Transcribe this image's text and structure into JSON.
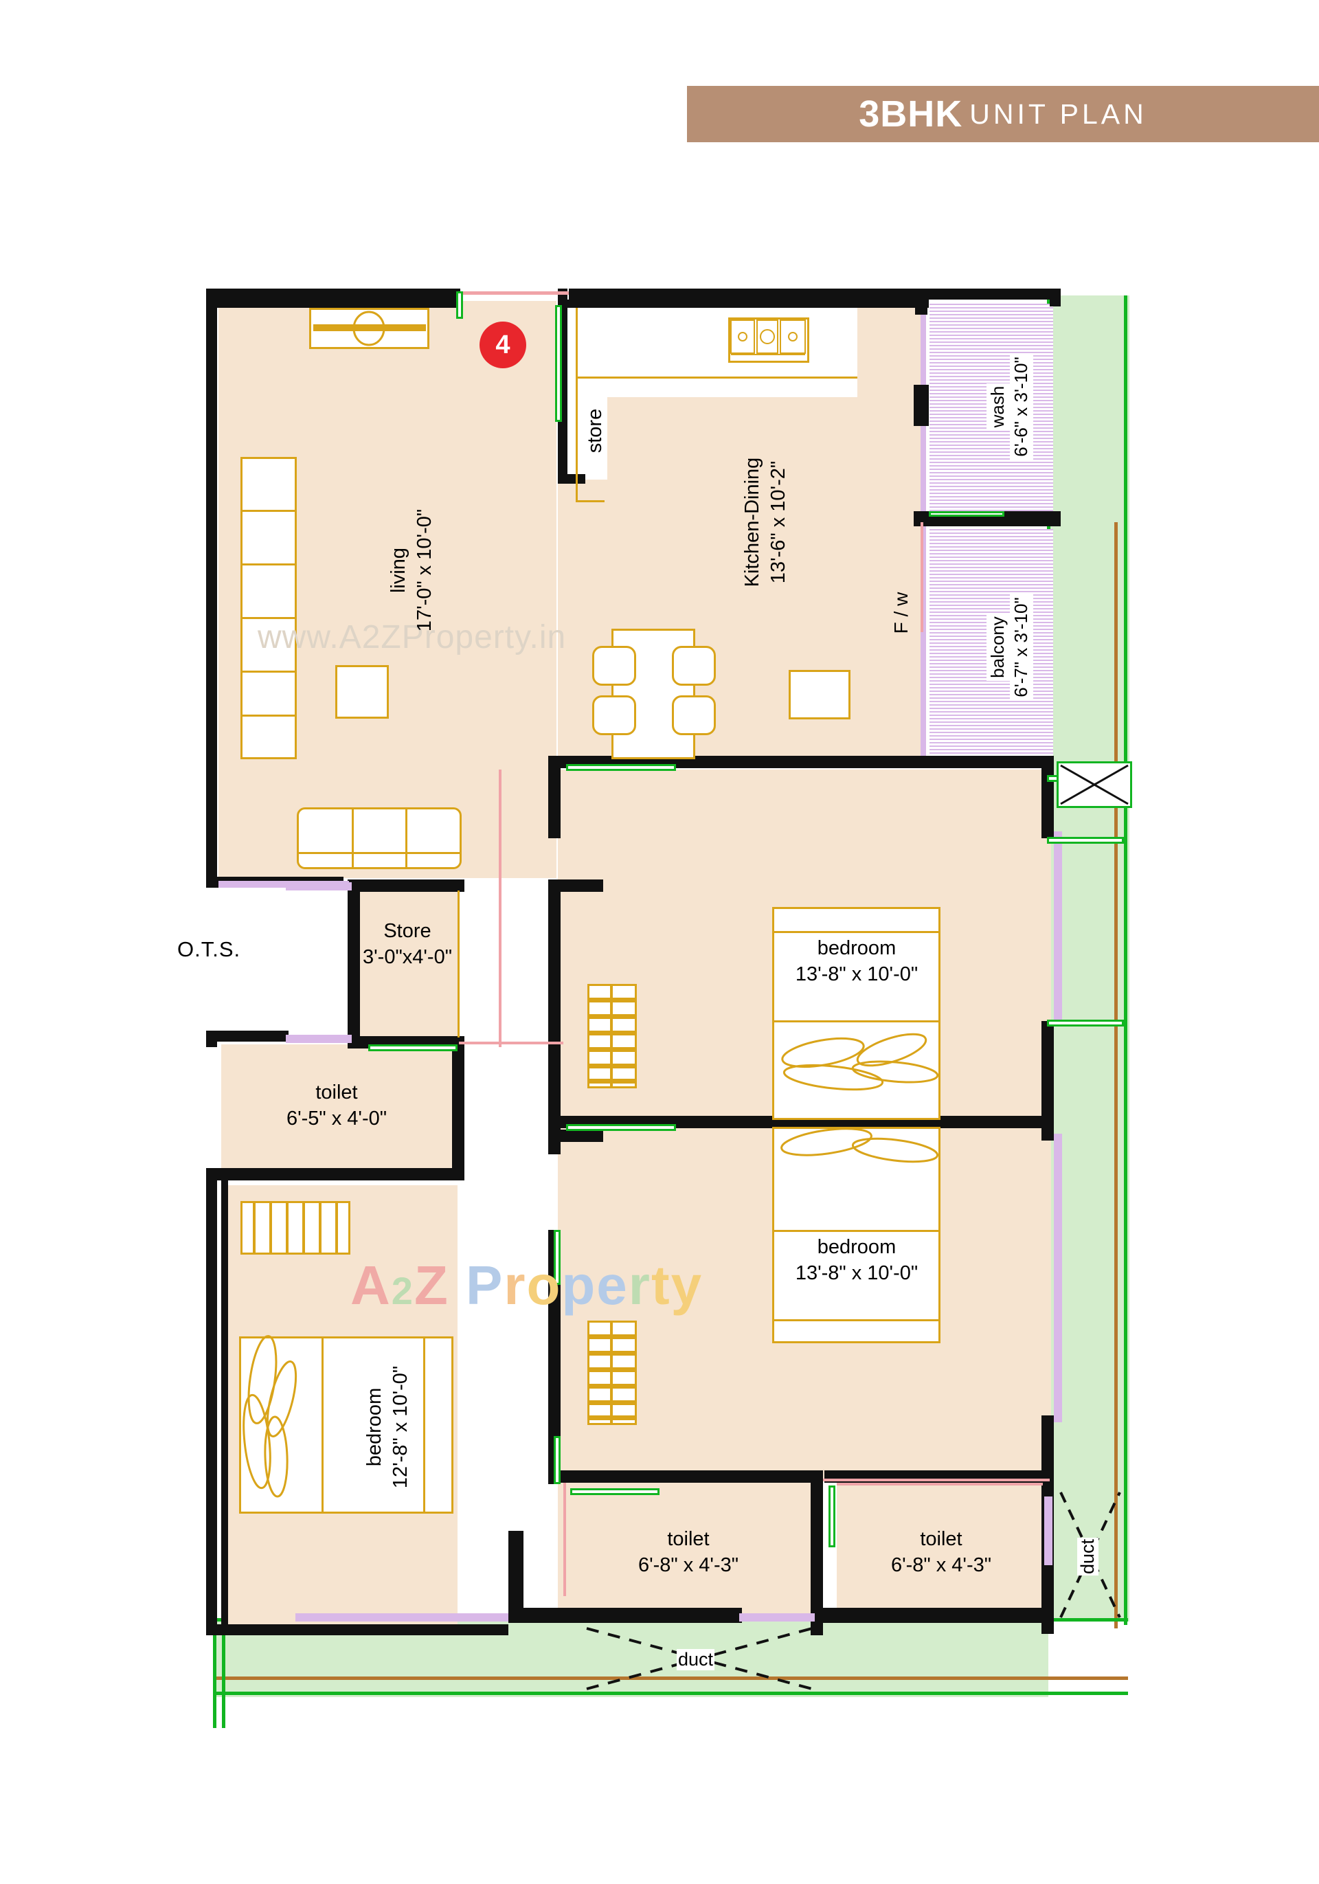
{
  "header": {
    "title_bold": "3BHK",
    "title_light": "UNIT PLAN"
  },
  "badge": {
    "unit_number": "4"
  },
  "watermarks": {
    "url": "www.A2ZProperty.in",
    "brand_a": "A",
    "brand_2": "2",
    "brand_z": "Z",
    "brand_p": "P",
    "brand_r": "r",
    "brand_o": "o",
    "brand_p2": "p",
    "brand_e": "e",
    "brand_r2": "r",
    "brand_t": "t",
    "brand_y": "y"
  },
  "colors": {
    "banner": "#b78f74",
    "badge": "#e8262c",
    "room_fill": "#f6e4d0",
    "open_area_fill": "#d4edcc",
    "hatch": "#d9b8e8",
    "furniture": "#d9a419",
    "wall": "#111111",
    "window_green": "#12b521"
  },
  "rooms": [
    {
      "id": "living",
      "name": "living",
      "dim": "17'-0\" x 10'-0\"",
      "orientation": "vertical"
    },
    {
      "id": "store-kitchen",
      "name": "store",
      "dim": "",
      "orientation": "vertical"
    },
    {
      "id": "kitchen-dining",
      "name": "Kitchen-Dining",
      "dim": "13'-6\" x 10'-2\"",
      "orientation": "vertical"
    },
    {
      "id": "wash",
      "name": "wash",
      "dim": "6'-6\" x 3'-10\"",
      "orientation": "vertical"
    },
    {
      "id": "balcony",
      "name": "balcony",
      "dim": "6'-7\" x 3'-10\"",
      "orientation": "vertical"
    },
    {
      "id": "fw",
      "name": "F / w",
      "dim": "",
      "orientation": "vertical"
    },
    {
      "id": "store-small",
      "name": "Store",
      "dim": "3'-0\"x4'-0\"",
      "orientation": "horizontal"
    },
    {
      "id": "toilet-left",
      "name": "toilet",
      "dim": "6'-5\" x 4'-0\"",
      "orientation": "horizontal"
    },
    {
      "id": "bedroom-top",
      "name": "bedroom",
      "dim": "13'-8\" x 10'-0\"",
      "orientation": "horizontal"
    },
    {
      "id": "bedroom-mid",
      "name": "bedroom",
      "dim": "13'-8\" x 10'-0\"",
      "orientation": "horizontal"
    },
    {
      "id": "bedroom-left",
      "name": "bedroom",
      "dim": "12'-8\" x 10'-0\"",
      "orientation": "vertical"
    },
    {
      "id": "toilet-bottom-left",
      "name": "toilet",
      "dim": "6'-8\" x 4'-3\"",
      "orientation": "horizontal"
    },
    {
      "id": "toilet-bottom-right",
      "name": "toilet",
      "dim": "6'-8\" x 4'-3\"",
      "orientation": "horizontal"
    }
  ],
  "annotations": {
    "ots": "O.T.S.",
    "duct_bottom": "duct",
    "duct_right": "duct"
  }
}
